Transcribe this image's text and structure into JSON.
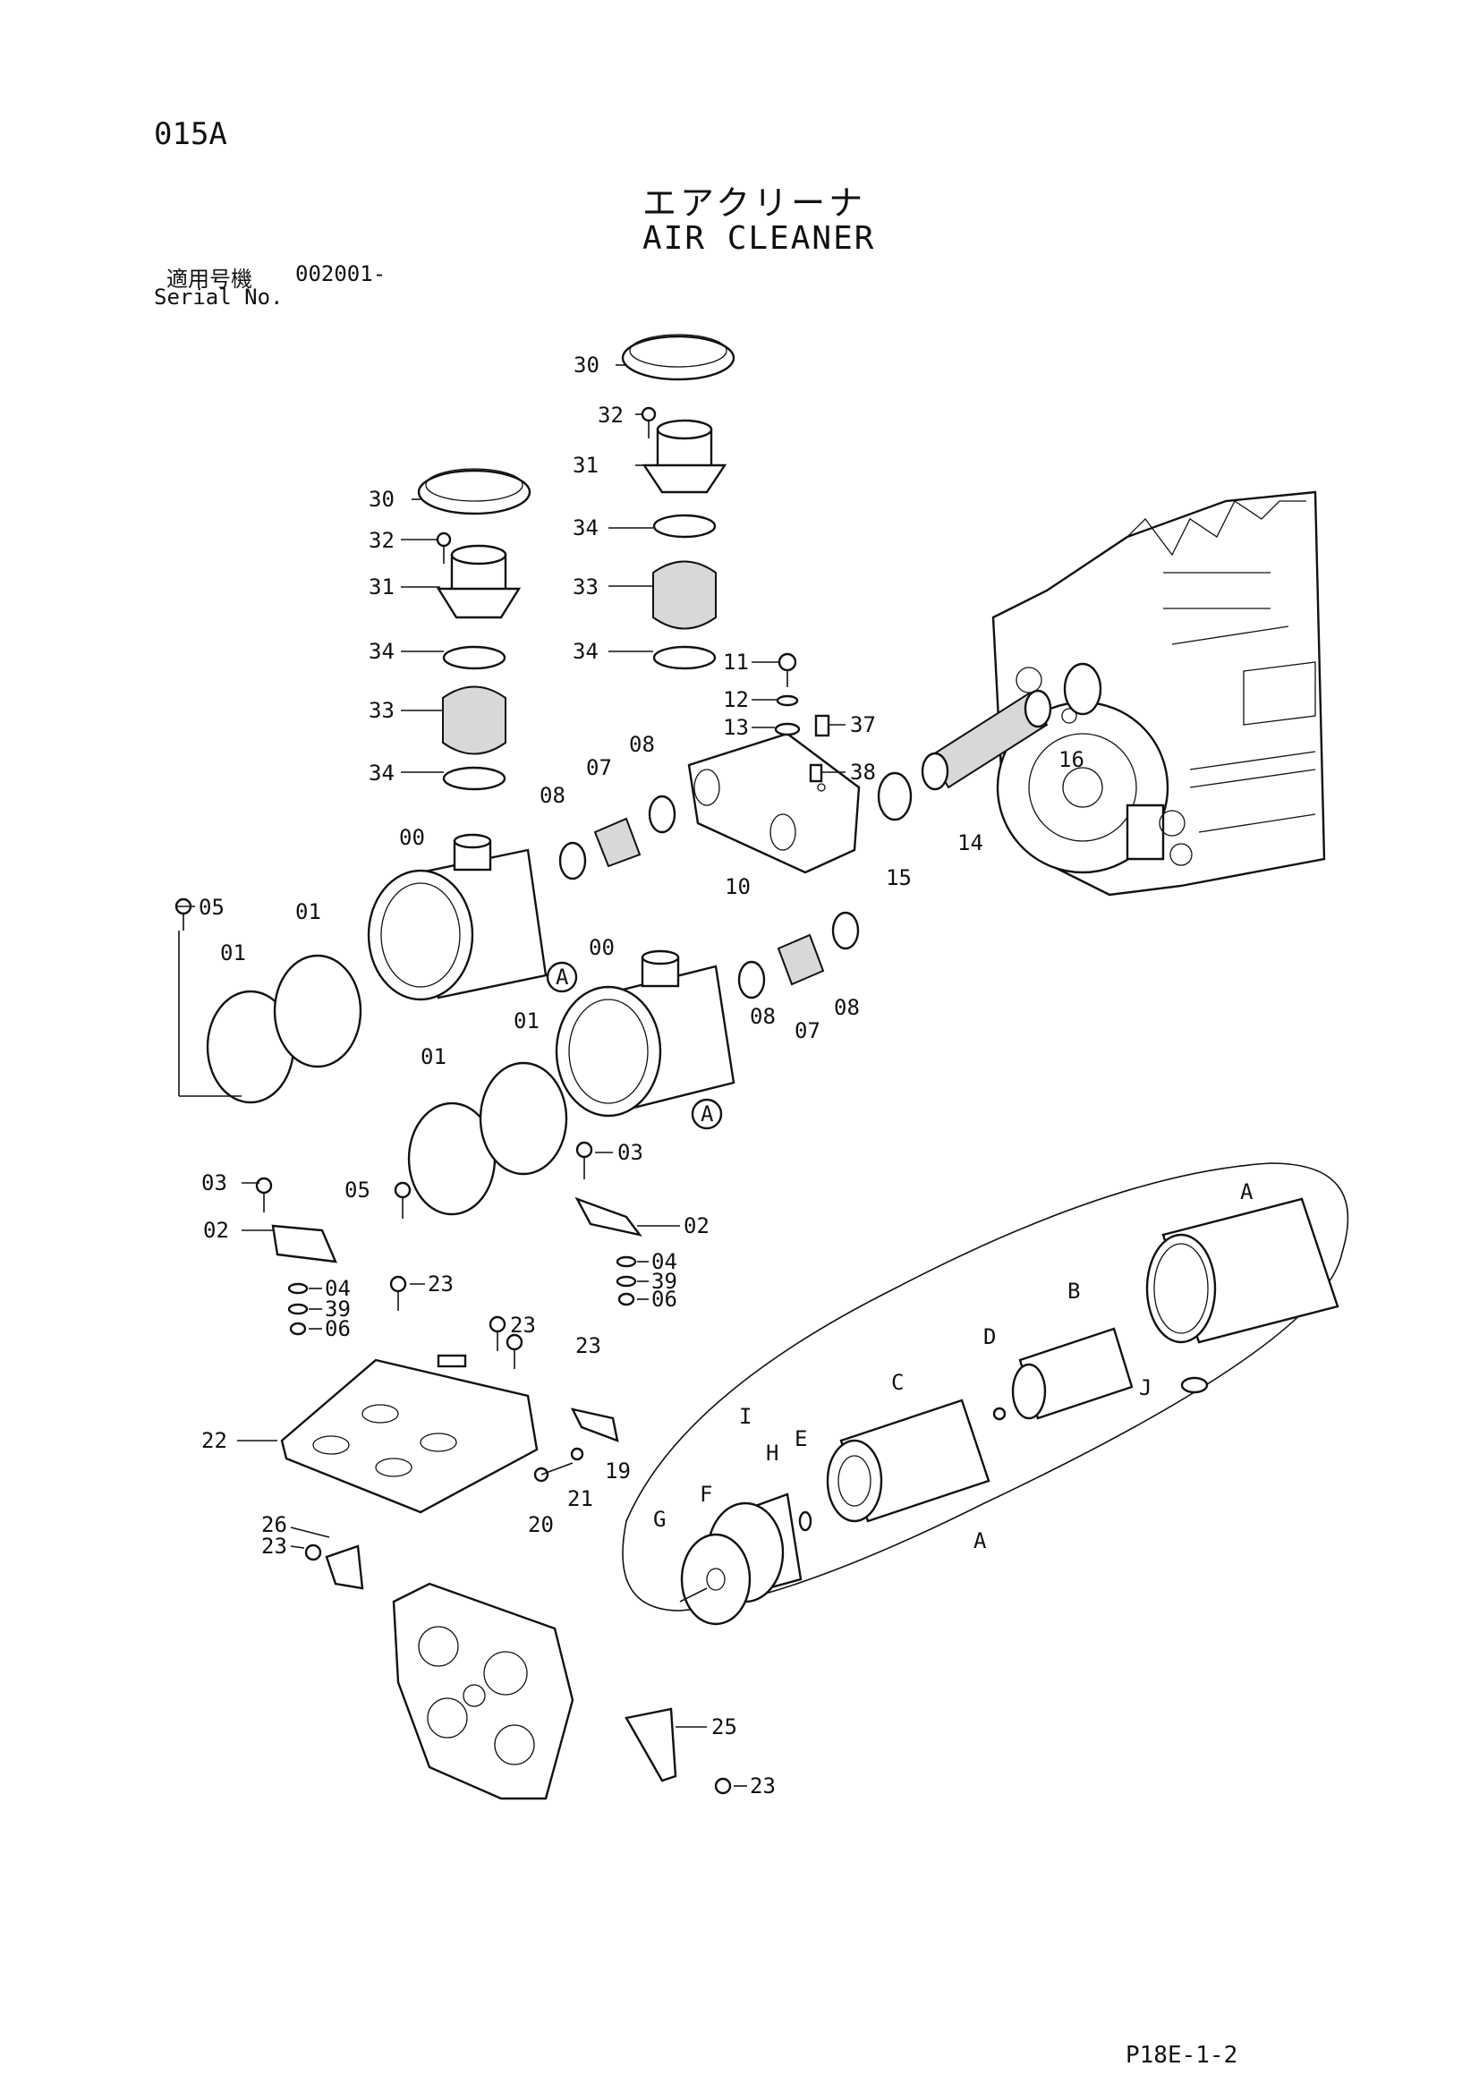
{
  "page": {
    "code": "015A",
    "title_ja": "エアクリーナ",
    "title_en": "AIR CLEANER",
    "serial_label_ja": "適用号機",
    "serial_value": "002001-",
    "serial_label_en": "Serial No.",
    "page_ref": "P18E-1-2"
  },
  "callouts": {
    "c00a": "00",
    "c00b": "00",
    "c01a": "01",
    "c01b": "01",
    "c01c": "01",
    "c01d": "01",
    "c02a": "02",
    "c02b": "02",
    "c03a": "03",
    "c03b": "03",
    "c04a": "04",
    "c04b": "04",
    "c05a": "05",
    "c05b": "05",
    "c06a": "06",
    "c06b": "06",
    "c07a": "07",
    "c07b": "07",
    "c08a": "08",
    "c08b": "08",
    "c08c": "08",
    "c08d": "08",
    "c10": "10",
    "c11": "11",
    "c12": "12",
    "c13": "13",
    "c14": "14",
    "c15": "15",
    "c16": "16",
    "c19": "19",
    "c20": "20",
    "c21": "21",
    "c22": "22",
    "c23a": "23",
    "c23b": "23",
    "c23c": "23",
    "c23d": "23",
    "c23e": "23",
    "c25": "25",
    "c26": "26",
    "c30a": "30",
    "c30b": "30",
    "c31a": "31",
    "c31b": "31",
    "c32a": "32",
    "c32b": "32",
    "c33a": "33",
    "c33b": "33",
    "c34a": "34",
    "c34b": "34",
    "c34c": "34",
    "c34d": "34",
    "c37": "37",
    "c38": "38",
    "c39a": "39",
    "c39b": "39",
    "refA1": "A",
    "refA2": "A",
    "lA1": "A",
    "lA2": "A",
    "lB": "B",
    "lC": "C",
    "lD": "D",
    "lE": "E",
    "lF": "F",
    "lG": "G",
    "lH": "H",
    "lI": "I",
    "lJ": "J"
  }
}
